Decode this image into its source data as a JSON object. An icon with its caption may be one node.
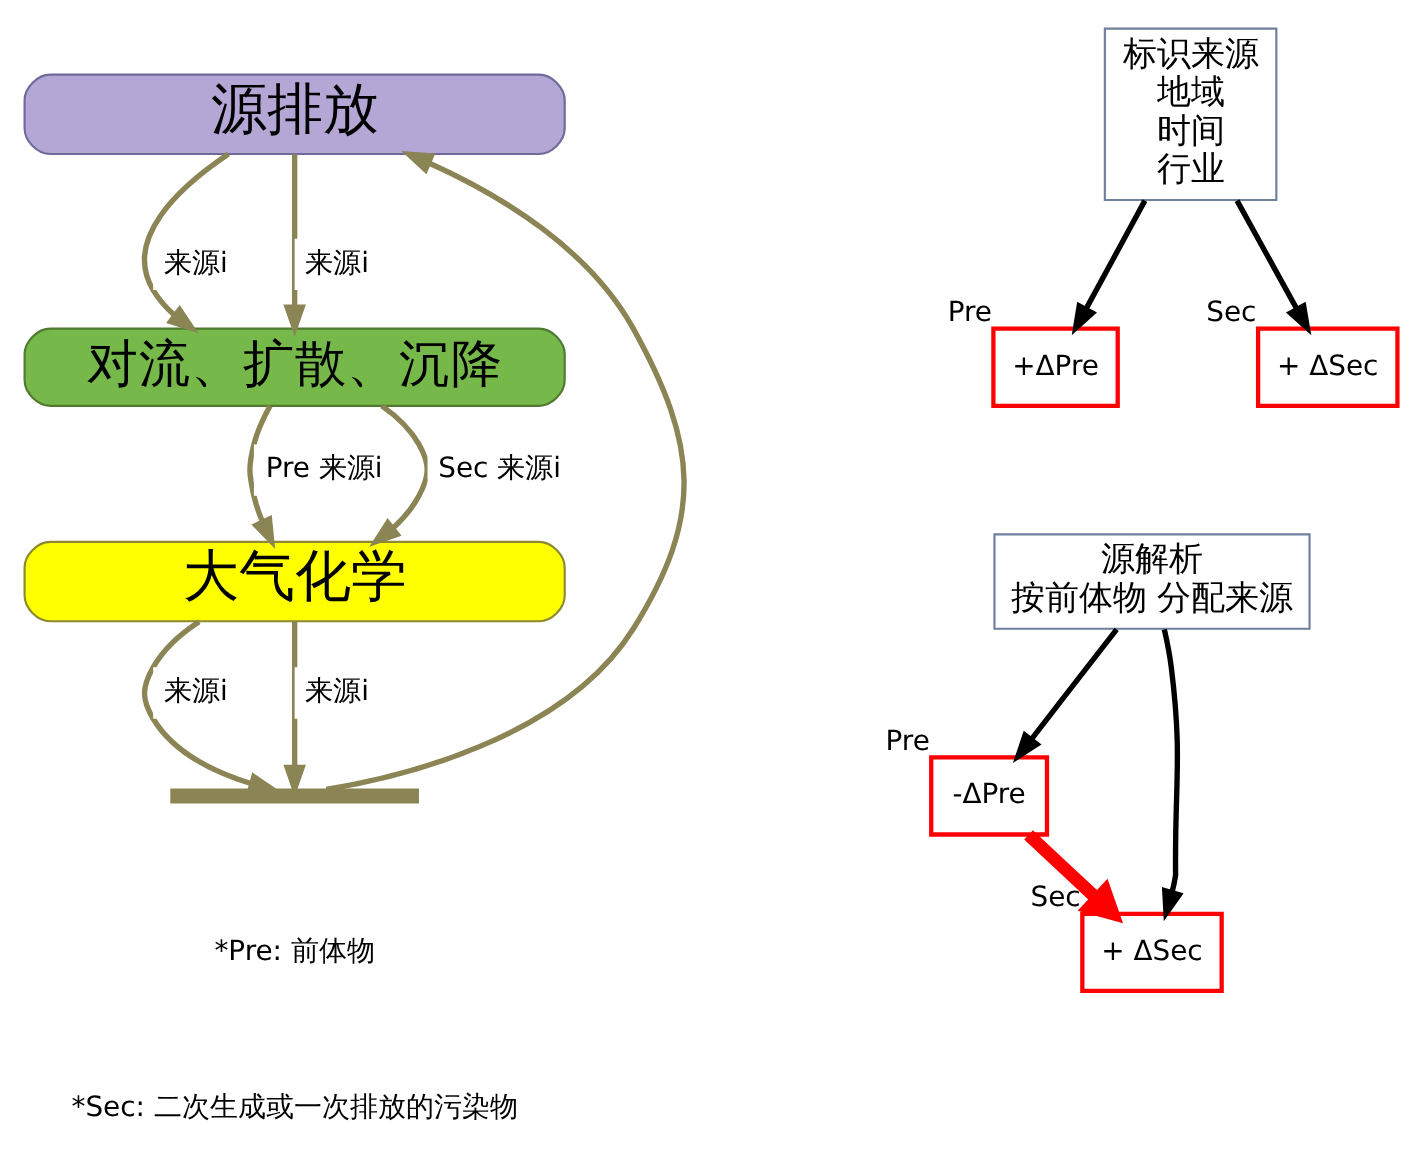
{
  "diagram": {
    "nodes": [
      {
        "text": [
          "源排放"
        ]
      },
      {
        "text": [
          "对流、扩散、沉降"
        ]
      },
      {
        "text": [
          "大气化学"
        ]
      },
      {
        "text": [],
        "shape": "bar"
      },
      {
        "text": [
          "标识来源",
          "地域",
          "时间",
          "行业"
        ]
      },
      {
        "text": [
          "+ΔPre"
        ],
        "beside": [
          "Pre"
        ]
      },
      {
        "text": [
          "+ ΔSec"
        ],
        "beside": [
          "Sec"
        ]
      },
      {
        "text": [
          "源解析",
          "按前体物 分配来源"
        ]
      },
      {
        "text": [
          "-ΔPre"
        ],
        "beside": [
          "Pre"
        ]
      },
      {
        "text": [
          "+ ΔSec"
        ],
        "beside": [
          "Sec"
        ]
      }
    ],
    "edges": [
      {
        "from": 3,
        "to": 0,
        "arrow": "to"
      },
      {
        "from": 0,
        "to": 1,
        "arrow": "to",
        "label": "来源i"
      },
      {
        "from": 0,
        "to": 1,
        "arrow": "to",
        "label": "来源i"
      },
      {
        "from": 1,
        "to": 2,
        "arrow": "to",
        "label": "Pre 来源i"
      },
      {
        "from": 1,
        "to": 2,
        "arrow": "to",
        "label": "Sec 来源i"
      },
      {
        "from": 2,
        "to": 3,
        "arrow": "to",
        "label": "来源i"
      },
      {
        "from": 2,
        "to": 3,
        "arrow": "to",
        "label": "来源i"
      },
      {
        "from": 4,
        "to": 5,
        "arrow": "to",
        "color": "#000000"
      },
      {
        "from": 4,
        "to": 6,
        "arrow": "to",
        "color": "#000000"
      },
      {
        "from": 7,
        "to": 8,
        "arrow": "to",
        "color": "#000000"
      },
      {
        "from": 7,
        "to": 9,
        "arrow": "to",
        "color": "#000000"
      },
      {
        "from": 8,
        "to": 9,
        "arrow": "to",
        "style": "thick",
        "color": "#ff0000"
      }
    ],
    "labels": [
      "*Pre: 前体物",
      "*Sec: 二次生成或一次排放的污染物"
    ]
  }
}
